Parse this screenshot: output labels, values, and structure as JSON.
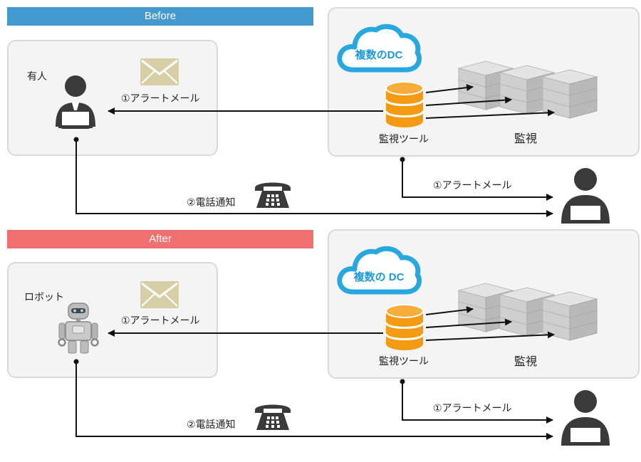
{
  "sections": [
    {
      "banner": "Before",
      "banner_color": "#4499d1",
      "actor_label": "有人",
      "actor_icon": "person-with-laptop-icon",
      "mail_label": "①アラートメール",
      "cloud_label": "複数のDC",
      "tool_label": "監視ツール",
      "servers_label": "監視",
      "bottom_mail_label": "①アラートメール",
      "phone_label": "②電話通知"
    },
    {
      "banner": "After",
      "banner_color": "#f07070",
      "actor_label": "ロボット",
      "actor_icon": "robot-icon",
      "mail_label": "①アラートメール",
      "cloud_label": "複数の DC",
      "tool_label": "監視ツール",
      "servers_label": "監視",
      "bottom_mail_label": "①アラートメール",
      "phone_label": "②電話通知"
    }
  ],
  "colors": {
    "db": "#f39a12",
    "cloud_stroke": "#29a8e0",
    "server": "#c8c8c8",
    "icon_dark": "#3a3a3a",
    "envelope": "#d6cfa6"
  }
}
